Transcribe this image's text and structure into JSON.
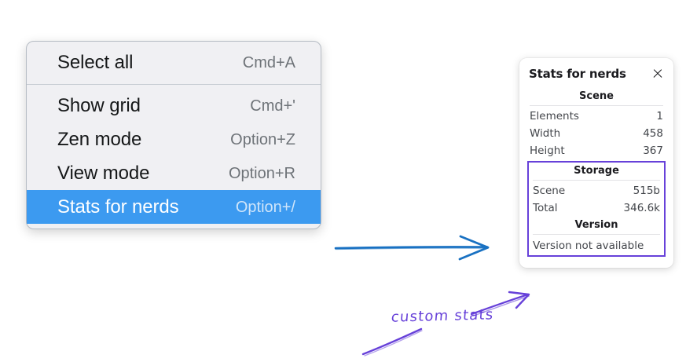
{
  "context_menu": {
    "name": "canvas-context-menu",
    "groups": [
      {
        "items": [
          {
            "label": "Select all",
            "shortcut": "Cmd+A",
            "selected": false
          }
        ]
      },
      {
        "items": [
          {
            "label": "Show grid",
            "shortcut": "Cmd+'",
            "selected": false
          },
          {
            "label": "Zen mode",
            "shortcut": "Option+Z",
            "selected": false
          },
          {
            "label": "View mode",
            "shortcut": "Option+R",
            "selected": false
          },
          {
            "label": "Stats for nerds",
            "shortcut": "Option+/",
            "selected": true
          }
        ]
      }
    ],
    "highlight_color": "#3c9af0"
  },
  "stats_panel": {
    "title": "Stats for nerds",
    "close_icon": "close-icon",
    "sections": [
      {
        "heading": "Scene",
        "rows": [
          {
            "label": "Elements",
            "value": "1"
          },
          {
            "label": "Width",
            "value": "458"
          },
          {
            "label": "Height",
            "value": "367"
          }
        ]
      },
      {
        "heading": "Storage",
        "rows": [
          {
            "label": "Scene",
            "value": "515b"
          },
          {
            "label": "Total",
            "value": "346.6k"
          }
        ]
      },
      {
        "heading": "Version",
        "note": "Version not available"
      }
    ]
  },
  "annotations": {
    "label": "custom stats",
    "label_color": "#6741d9",
    "arrow_blue_color": "#1971c2",
    "arrow_purple_color": "#6741d9"
  }
}
